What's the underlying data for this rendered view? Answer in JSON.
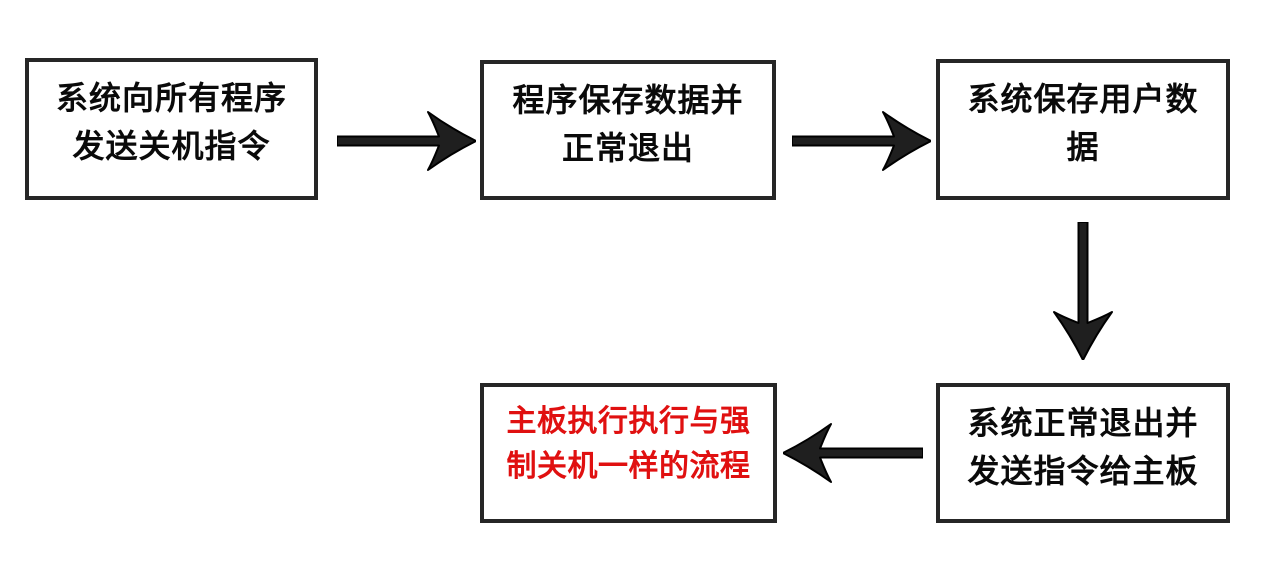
{
  "flowchart": {
    "description": "shutdown-process-flowchart",
    "nodes": [
      {
        "id": "node-1",
        "label": "系统向所有程序\n发送关机指令",
        "text_color": "#0a0a0a"
      },
      {
        "id": "node-2",
        "label": "程序保存数据并\n正常退出",
        "text_color": "#0a0a0a"
      },
      {
        "id": "node-3",
        "label": "系统保存用户数\n据",
        "text_color": "#0a0a0a"
      },
      {
        "id": "node-4",
        "label": "系统正常退出并\n发送指令给主板",
        "text_color": "#0a0a0a"
      },
      {
        "id": "node-5",
        "label": "主板执行执行与强\n制关机一样的流程",
        "text_color": "#e01010"
      }
    ],
    "edges": [
      {
        "from": "node-1",
        "to": "node-2",
        "direction": "right"
      },
      {
        "from": "node-2",
        "to": "node-3",
        "direction": "right"
      },
      {
        "from": "node-3",
        "to": "node-4",
        "direction": "down"
      },
      {
        "from": "node-4",
        "to": "node-5",
        "direction": "left"
      }
    ],
    "colors": {
      "background": "#ffffff",
      "node_border": "#262626",
      "arrow_fill": "#1f1f1f",
      "arrow_outline": "#000000",
      "highlight_text": "#e01010"
    }
  }
}
